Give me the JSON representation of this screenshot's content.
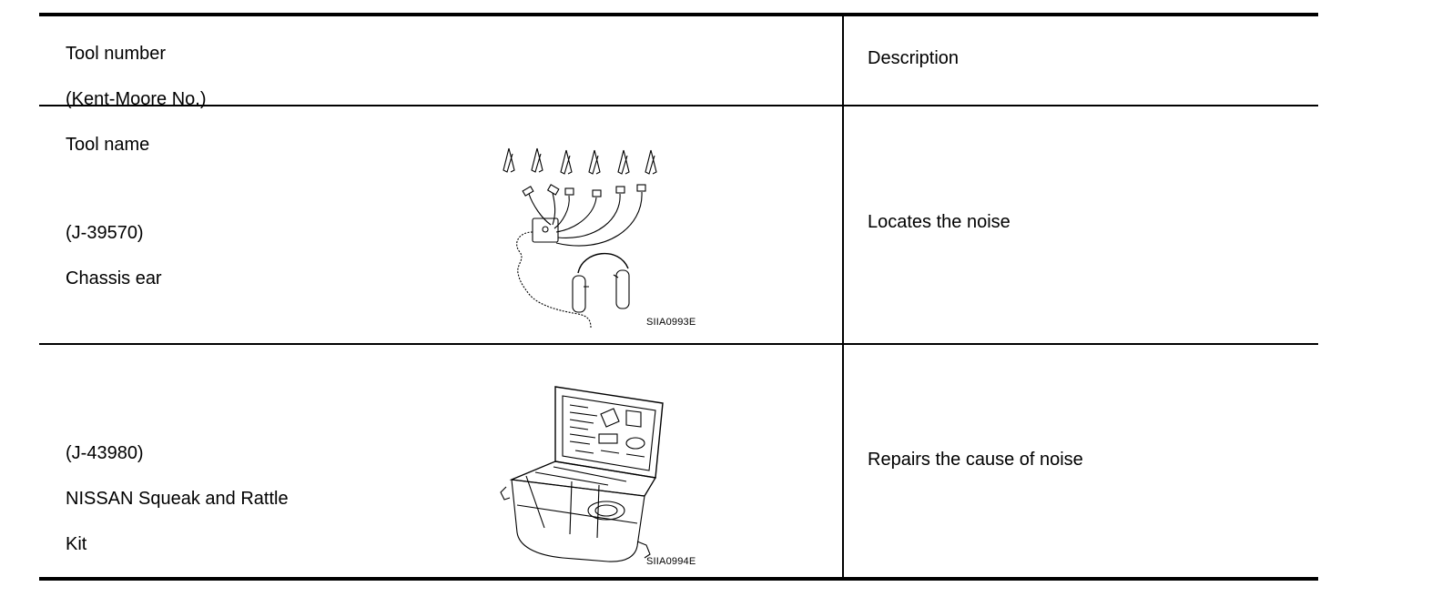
{
  "table": {
    "header": {
      "tool_col_line1": "Tool number",
      "tool_col_line2": "(Kent-Moore No.)",
      "tool_col_line3": "Tool name",
      "description_col": "Description"
    },
    "rows": [
      {
        "tool_number": "(J-39570)",
        "tool_name": "Chassis ear",
        "description": "Locates the noise",
        "figure_caption": "SIIA0993E",
        "figure_icon": "chassis-ear-illustration"
      },
      {
        "tool_number": "(J-43980)",
        "tool_name_line1": "NISSAN Squeak and Rattle",
        "tool_name_line2": "Kit",
        "description": "Repairs the cause of noise",
        "figure_caption": "SIIA0994E",
        "figure_icon": "squeak-rattle-kit-case-illustration"
      }
    ]
  }
}
